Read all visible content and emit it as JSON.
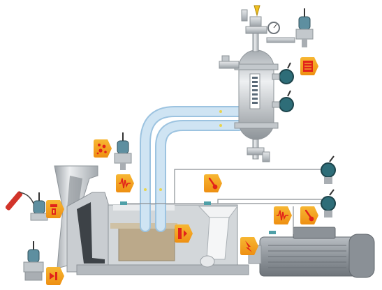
{
  "scene": {
    "description_labels": [],
    "colors": {
      "background": "#ffffff",
      "alert_orange": "#f3a01a",
      "alert_red": "#e2231a",
      "steel_light": "#d9dcdf",
      "steel_mid": "#b9bec3",
      "steel_dark": "#8e9499",
      "housing": "#c7cbcf",
      "shaft_block": "#b7a78a",
      "pipe_blue": "#bcd9ee",
      "pipe_blue_edge": "#9cc3e0",
      "signal_line": "#8a8f94",
      "transmitter_teal": "#2e6d78",
      "transmitter_dark": "#27424a",
      "motor_body": "#9aa0a6"
    }
  },
  "icons": [
    {
      "id": "alert-vibration-top",
      "name": "vibration-alert-icon",
      "glyph": "vibration"
    },
    {
      "id": "alert-corrosion",
      "name": "corrosion-alert-icon",
      "glyph": "corrosion"
    },
    {
      "id": "alert-gas",
      "name": "gas-alert-icon",
      "glyph": "gas"
    },
    {
      "id": "alert-temperature-pipe",
      "name": "temperature-alert-icon",
      "glyph": "thermometer"
    },
    {
      "id": "alert-level",
      "name": "level-alert-icon",
      "glyph": "level"
    },
    {
      "id": "alert-leak",
      "name": "leak-alert-icon",
      "glyph": "leak"
    },
    {
      "id": "alert-vibration-motor",
      "name": "motor-vibration-alert-icon",
      "glyph": "vibration"
    },
    {
      "id": "alert-temperature-motor",
      "name": "motor-temperature-alert-icon",
      "glyph": "thermometer"
    },
    {
      "id": "alert-electrical",
      "name": "electrical-alert-icon",
      "glyph": "lightning"
    },
    {
      "id": "alert-flow",
      "name": "flow-alert-icon",
      "glyph": "flow"
    }
  ]
}
